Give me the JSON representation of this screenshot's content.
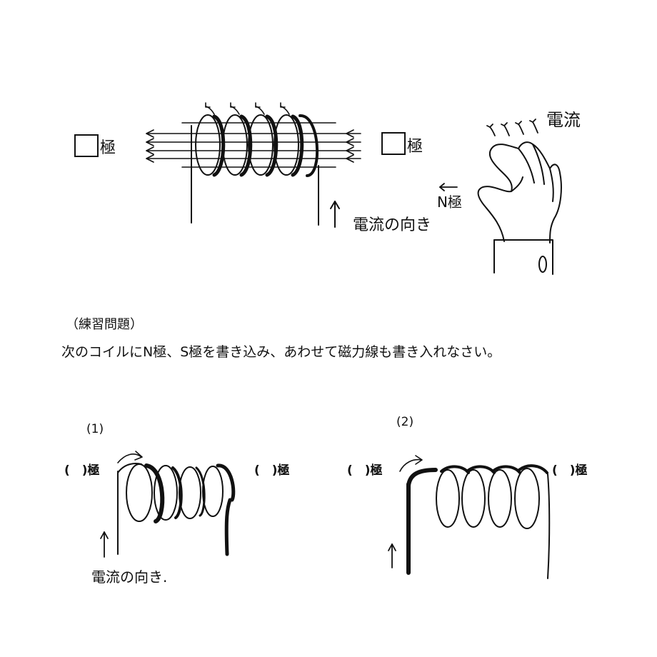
{
  "top_diagram": {
    "left_pole_label": "極",
    "right_pole_label": "極",
    "current_direction_label": "電流の向き"
  },
  "hand_diagram": {
    "current_label": "電流",
    "pole_label": "N極"
  },
  "exercise": {
    "heading": "（練習問題）",
    "instruction": "次のコイルにN極、S極を書き込み、あわせて磁力線も書き入れなさい。"
  },
  "problem1": {
    "number": "(1)",
    "left_blank": "(　)極",
    "right_blank": "(　)極",
    "current_label": "電流の向き."
  },
  "problem2": {
    "number": "(2)",
    "left_blank": "(　)極",
    "right_blank": "(　)極"
  }
}
